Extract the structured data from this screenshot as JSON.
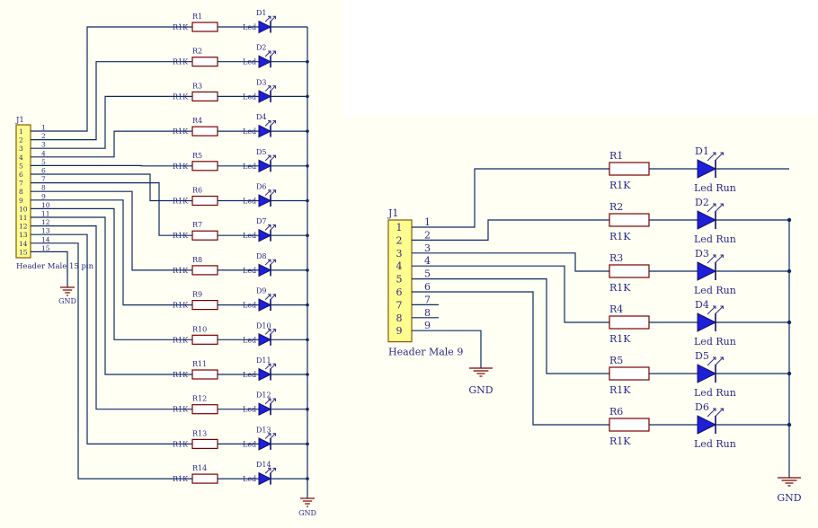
{
  "left": {
    "header": {
      "ref": "J1",
      "name": "Header Male 15 pin",
      "pins": [
        "1",
        "2",
        "3",
        "4",
        "5",
        "6",
        "7",
        "8",
        "9",
        "10",
        "11",
        "12",
        "13",
        "14",
        "15"
      ]
    },
    "gnd": "GND",
    "resistor_value": "R1K",
    "led_value": "Led",
    "resistors": [
      "R1",
      "R2",
      "R3",
      "R4",
      "R5",
      "R6",
      "R7",
      "R8",
      "R9",
      "R10",
      "R11",
      "R12",
      "R13",
      "R14"
    ],
    "leds": [
      "D1",
      "D2",
      "D3",
      "D4",
      "D5",
      "D6",
      "D7",
      "D8",
      "D9",
      "D10",
      "D11",
      "D12",
      "D13",
      "D14"
    ]
  },
  "right": {
    "header": {
      "ref": "J1",
      "name": "Header Male 9",
      "pins": [
        "1",
        "2",
        "3",
        "4",
        "5",
        "6",
        "7",
        "8",
        "9"
      ]
    },
    "gnd_header": "GND",
    "gnd_leds": "GND",
    "resistor_value": "R1K",
    "led_value": "Led Run",
    "resistors": [
      "R1",
      "R2",
      "R3",
      "R4",
      "R5",
      "R6"
    ],
    "leds": [
      "D1",
      "D2",
      "D3",
      "D4",
      "D5",
      "D6"
    ]
  }
}
